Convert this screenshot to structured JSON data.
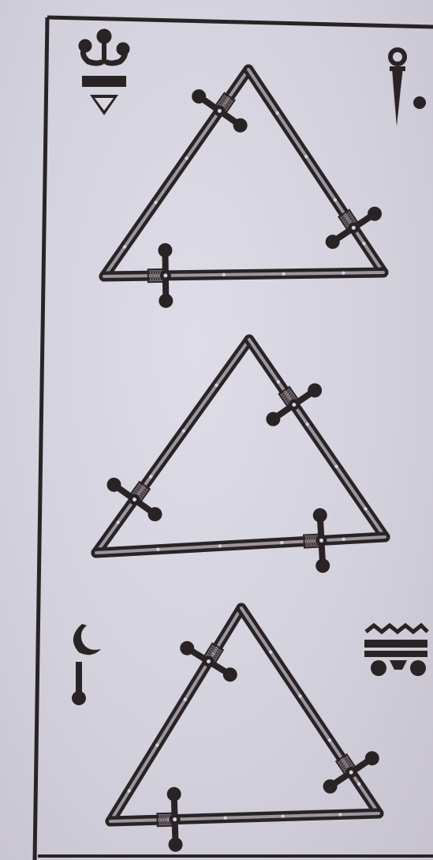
{
  "plate": {
    "colors": {
      "paper": "#d6d4de",
      "ink": "#2a2326"
    },
    "triangles": [
      {
        "name": "triangle-top"
      },
      {
        "name": "triangle-middle"
      },
      {
        "name": "triangle-bottom"
      }
    ],
    "symbols": [
      {
        "name": "fleur-trident-symbol-icon"
      },
      {
        "name": "dagger-circle-symbol-icon"
      },
      {
        "name": "crescent-staff-symbol-icon"
      },
      {
        "name": "wave-lines-symbol-icon"
      }
    ]
  }
}
